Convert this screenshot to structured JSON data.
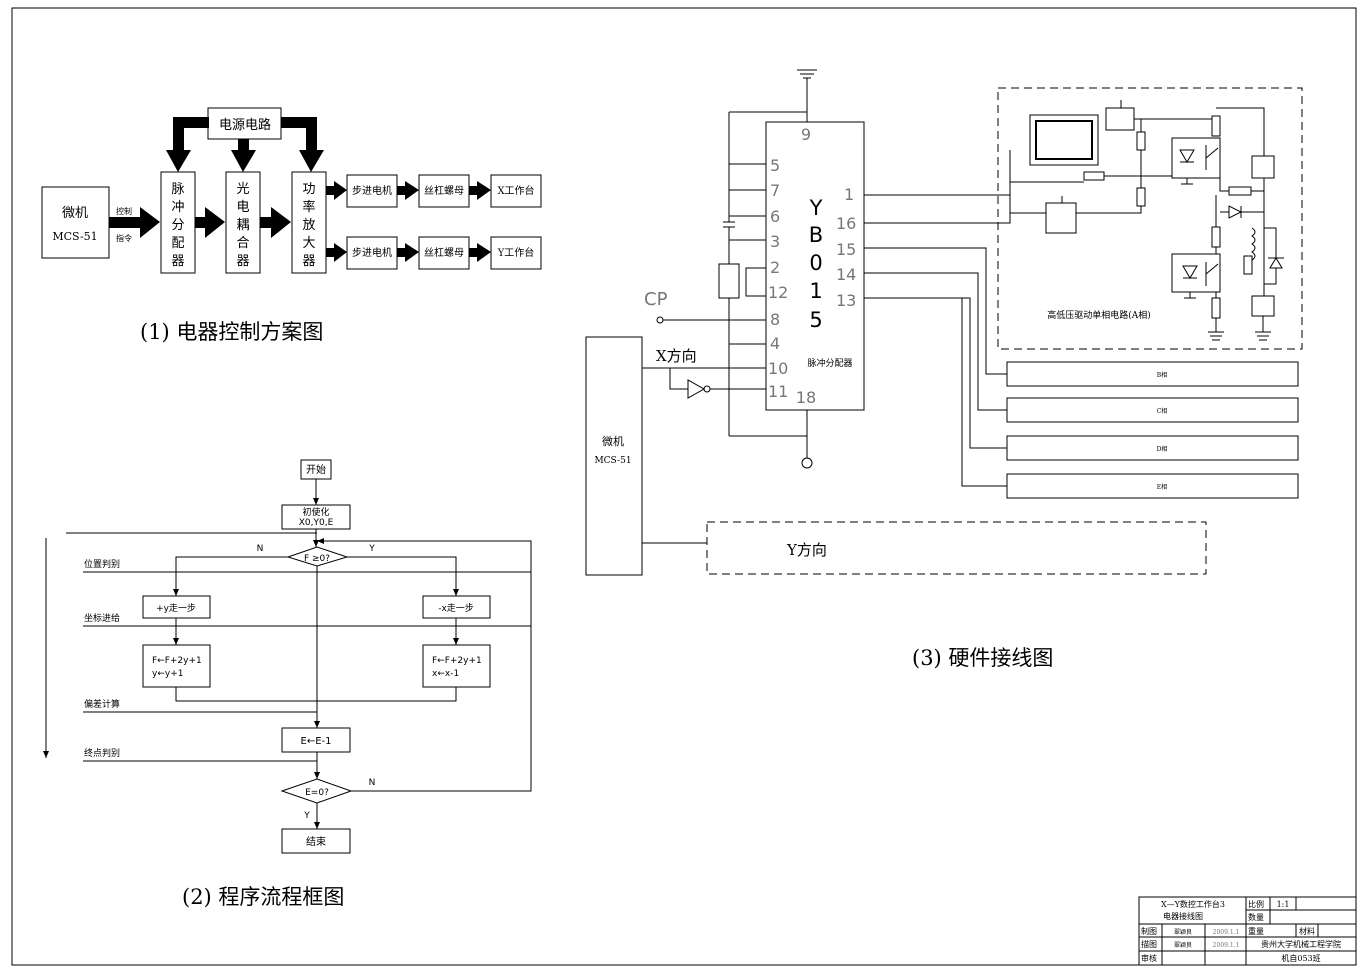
{
  "block_diagram": {
    "caption": "(1) 电器控制方案图",
    "power": "电源电路",
    "mcu_line1": "微机",
    "mcu_line2": "MCS-51",
    "ctrl": "控制",
    "cmd": "指令",
    "pulse_chars": [
      "脉",
      "冲",
      "分",
      "配",
      "器"
    ],
    "opto_chars": [
      "光",
      "电",
      "耦",
      "合",
      "器"
    ],
    "amp_chars": [
      "功",
      "率",
      "放",
      "大",
      "器"
    ],
    "stepper": "步进电机",
    "screw": "丝杠螺母",
    "x_table": "X工作台",
    "y_table": "Y工作台"
  },
  "flowchart": {
    "caption": "(2) 程序流程框图",
    "start": "开始",
    "init_line1": "初使化",
    "init_line2": "X0,Y0,E",
    "decision": "F ≥0?",
    "n_label": "N",
    "y_label": "Y",
    "left_step": "+y走一步",
    "right_step": "-x走一步",
    "left_calc1": "F←F+2y+1",
    "left_calc2": "y←y+1",
    "right_calc1": "F←F+2y+1",
    "right_calc2": "x←x-1",
    "e_update": "E←E-1",
    "e_check": "E=0?",
    "end": "结束",
    "stage_position": "位置判别",
    "stage_feed": "坐标进给",
    "stage_error": "偏差计算",
    "stage_endpoint": "终点判别"
  },
  "hardware": {
    "caption": "(3) 硬件接线图",
    "chip_chars": [
      "Y",
      "B",
      "0",
      "1",
      "5"
    ],
    "chip_name": "脉冲分配器",
    "pins_left": [
      "5",
      "7",
      "6",
      "3",
      "2",
      "12",
      "8",
      "4",
      "10",
      "11"
    ],
    "pins_right": [
      "1",
      "16",
      "15",
      "14",
      "13"
    ],
    "pin_top": "9",
    "pin_bottom": "18",
    "cp": "CP",
    "x_dir": "X方向",
    "y_dir": "Y方向",
    "mcu_line1": "微机",
    "mcu_line2": "MCS-51",
    "driver_caption": "高低压驱动单相电路(A相)",
    "phases": [
      "B相",
      "C相",
      "D相",
      "E相"
    ]
  },
  "title_block": {
    "title1": "X—Y数控工作台3",
    "title2": "电器接线图",
    "scale": "比例",
    "scale_value": "1:1",
    "quantity": "数量",
    "drawn": "制图",
    "drawn_name": "翠颖良",
    "drawn_date": "2009.1.1",
    "weight": "重量",
    "material": "材料",
    "traced": "描图",
    "traced_name": "翠颖良",
    "traced_date": "2009.1.1",
    "school": "贵州大学机械工程学院",
    "checked": "审核",
    "class": "机自053班"
  }
}
